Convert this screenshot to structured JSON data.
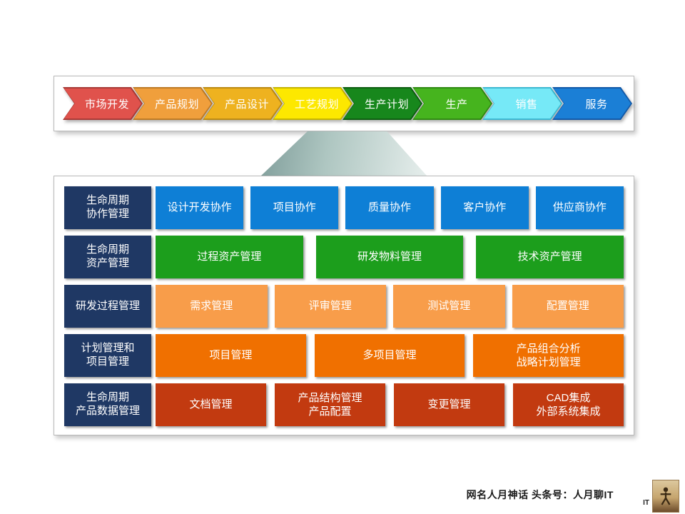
{
  "process_flow": {
    "steps": [
      {
        "label": "市场开发",
        "fill": "#e0524c",
        "edge": "#a83a36"
      },
      {
        "label": "产品规划",
        "fill": "#f09f3c",
        "edge": "#bd7a24"
      },
      {
        "label": "产品设计",
        "fill": "#eeb21f",
        "edge": "#bb8a12"
      },
      {
        "label": "工艺规划",
        "fill": "#fde800",
        "edge": "#c5b400"
      },
      {
        "label": "生产计划",
        "fill": "#17871c",
        "edge": "#0d5e10"
      },
      {
        "label": "生产",
        "fill": "#46b41e",
        "edge": "#2f8a12"
      },
      {
        "label": "销售",
        "fill": "#76e9f7",
        "edge": "#3cb9d2"
      },
      {
        "label": "服务",
        "fill": "#1b7fd6",
        "edge": "#1259a8"
      }
    ]
  },
  "matrix": {
    "header_color": "#1f3864",
    "rows": [
      {
        "label": "生命周期\n协作管理",
        "cell_color": "#0e7fd6",
        "cells": [
          "设计开发协作",
          "项目协作",
          "质量协作",
          "客户协作",
          "供应商协作"
        ]
      },
      {
        "label": "生命周期\n资产管理",
        "cell_color": "#1c9e1c",
        "cells": [
          "过程资产管理",
          "研发物料管理",
          "技术资产管理"
        ]
      },
      {
        "label": "研发过程管理",
        "cell_color": "#f89d4a",
        "cells": [
          "需求管理",
          "评审管理",
          "测试管理",
          "配置管理"
        ]
      },
      {
        "label": "计划管理和\n项目管理",
        "cell_color": "#f07000",
        "cells": [
          "项目管理",
          "多项目管理",
          "产品组合分析\n战略计划管理"
        ]
      },
      {
        "label": "生命周期\n产品数据管理",
        "cell_color": "#c23a10",
        "cells": [
          "文档管理",
          "产品结构管理\n产品配置",
          "变更管理",
          "CAD集成\n外部系统集成"
        ]
      }
    ]
  },
  "footer": {
    "credit": "网名人月神话 头条号：人月聊IT",
    "logo_side_text": "IT"
  }
}
